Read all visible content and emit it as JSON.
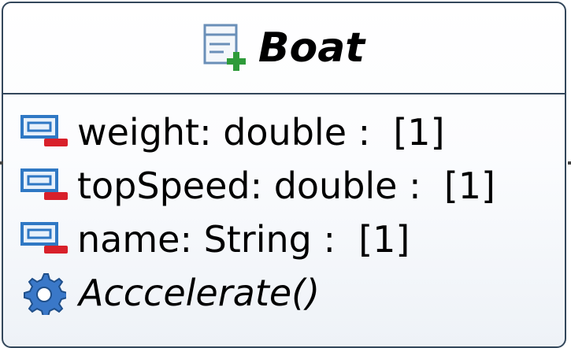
{
  "class": {
    "name": "Boat",
    "icon": "class-add-icon",
    "attributes": [
      {
        "text": "weight: double :  [1]",
        "icon": "private-attribute-icon"
      },
      {
        "text": "topSpeed: double :  [1]",
        "icon": "private-attribute-icon"
      },
      {
        "text": "name: String :  [1]",
        "icon": "private-attribute-icon"
      }
    ],
    "operations": [
      {
        "text": "Acccelerate()",
        "icon": "gear-icon"
      }
    ]
  },
  "colors": {
    "border": "#33475b",
    "icon_blue": "#2f78c4",
    "icon_red": "#d8202a",
    "icon_green": "#2e9b3a"
  }
}
